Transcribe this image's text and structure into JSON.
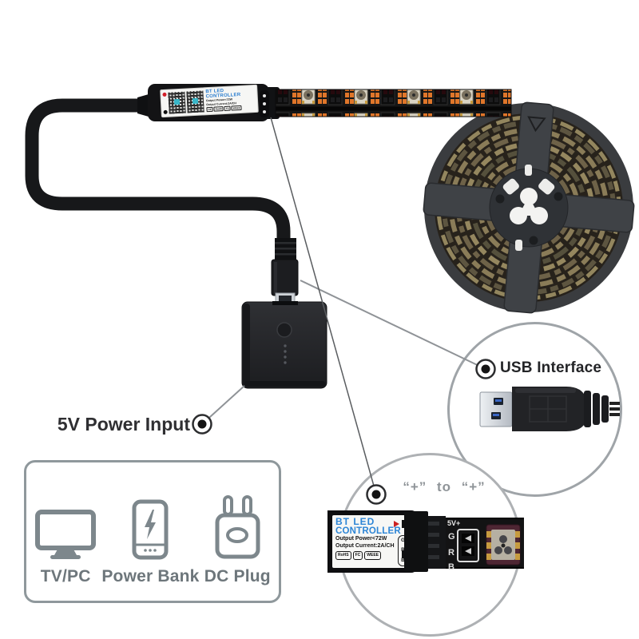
{
  "colors": {
    "accent_blue": "#2e86d6",
    "brand_red": "#cc2222",
    "cable_black": "#17181a",
    "orange_pad": "#e0762a",
    "line_gray": "#8f9397",
    "gray_text": "#8f9498",
    "dark_text": "#232427",
    "box_border": "#8f989c"
  },
  "top_controller": {
    "label_title": "BT LED CONTROLLER",
    "spec1": "Output Power<72W",
    "spec2": "Output Current:2A/CH",
    "certs": [
      "CE",
      "RoHS",
      "FC",
      "WEEE"
    ]
  },
  "callouts": {
    "usb": {
      "label": "USB Interface"
    },
    "power": {
      "label": "5V Power Input"
    },
    "plus": {
      "label": "“+” to “+”"
    }
  },
  "closeup": {
    "label_title_line1": "BT LED",
    "label_title_line2": "CONTROLLER",
    "spec1": "Output Power<72W",
    "spec2": "Output Current:2A/CH",
    "certs": [
      "RoHS",
      "FC",
      "WEEE"
    ],
    "pin_labels": [
      "G",
      "R",
      "B"
    ],
    "strip_marks": {
      "power": "5V+",
      "g": "G",
      "r": "R",
      "b": "B"
    }
  },
  "compatibility": {
    "items": [
      {
        "icon": "tv-icon",
        "label": "TV/PC"
      },
      {
        "icon": "power-bank-icon",
        "label": "Power Bank"
      },
      {
        "icon": "dc-plug-icon",
        "label": "DC Plug"
      }
    ]
  }
}
